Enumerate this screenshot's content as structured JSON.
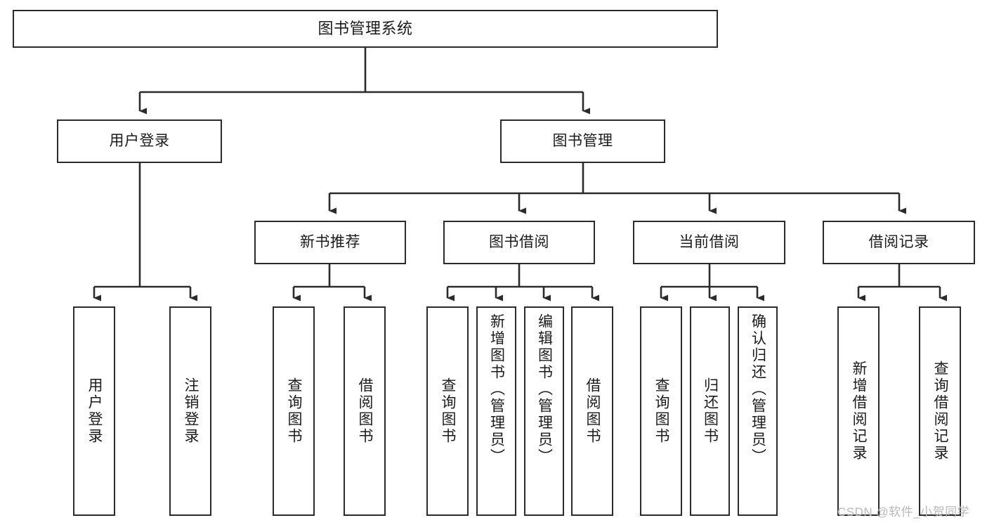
{
  "diagram": {
    "title": "图书管理系统",
    "type": "tree-hierarchy-diagram",
    "root": {
      "id": "root",
      "label": "图书管理系统"
    },
    "level2": [
      {
        "id": "user-login",
        "label": "用户登录"
      },
      {
        "id": "book-management",
        "label": "图书管理"
      }
    ],
    "level3": [
      {
        "id": "new-book-recommend",
        "label": "新书推荐",
        "parent": "book-management"
      },
      {
        "id": "book-borrow",
        "label": "图书借阅",
        "parent": "book-management"
      },
      {
        "id": "current-borrow",
        "label": "当前借阅",
        "parent": "book-management"
      },
      {
        "id": "borrow-record",
        "label": "借阅记录",
        "parent": "book-management"
      }
    ],
    "leaves": [
      {
        "id": "leaf-user-login",
        "label": "用户登录",
        "parent": "user-login"
      },
      {
        "id": "leaf-logout-login",
        "label": "注销登录",
        "parent": "user-login"
      },
      {
        "id": "leaf-query-book-1",
        "label": "查询图书",
        "parent": "new-book-recommend"
      },
      {
        "id": "leaf-borrow-book-1",
        "label": "借阅图书",
        "parent": "new-book-recommend"
      },
      {
        "id": "leaf-query-book-2",
        "label": "查询图书",
        "parent": "book-borrow"
      },
      {
        "id": "leaf-add-book",
        "label": "新增图书（管理员）",
        "parent": "book-borrow"
      },
      {
        "id": "leaf-edit-book",
        "label": "编辑图书（管理员）",
        "parent": "book-borrow"
      },
      {
        "id": "leaf-borrow-book-2",
        "label": "借阅图书",
        "parent": "book-borrow"
      },
      {
        "id": "leaf-query-book-3",
        "label": "查询图书",
        "parent": "current-borrow"
      },
      {
        "id": "leaf-return-book",
        "label": "归还图书",
        "parent": "current-borrow"
      },
      {
        "id": "leaf-confirm-return",
        "label": "确认归还（管理员）",
        "parent": "current-borrow"
      },
      {
        "id": "leaf-add-record",
        "label": "新增借阅记录",
        "parent": "borrow-record"
      },
      {
        "id": "leaf-query-record",
        "label": "查询借阅记录",
        "parent": "borrow-record"
      }
    ],
    "colors": {
      "stroke": "#2b2b2b",
      "box_fill": "#ffffff",
      "text": "#1b1b1b",
      "background": "#ffffff",
      "watermark": "#b9b9b9"
    }
  },
  "watermark": {
    "text": "CSDN @软件_小贺同学"
  }
}
